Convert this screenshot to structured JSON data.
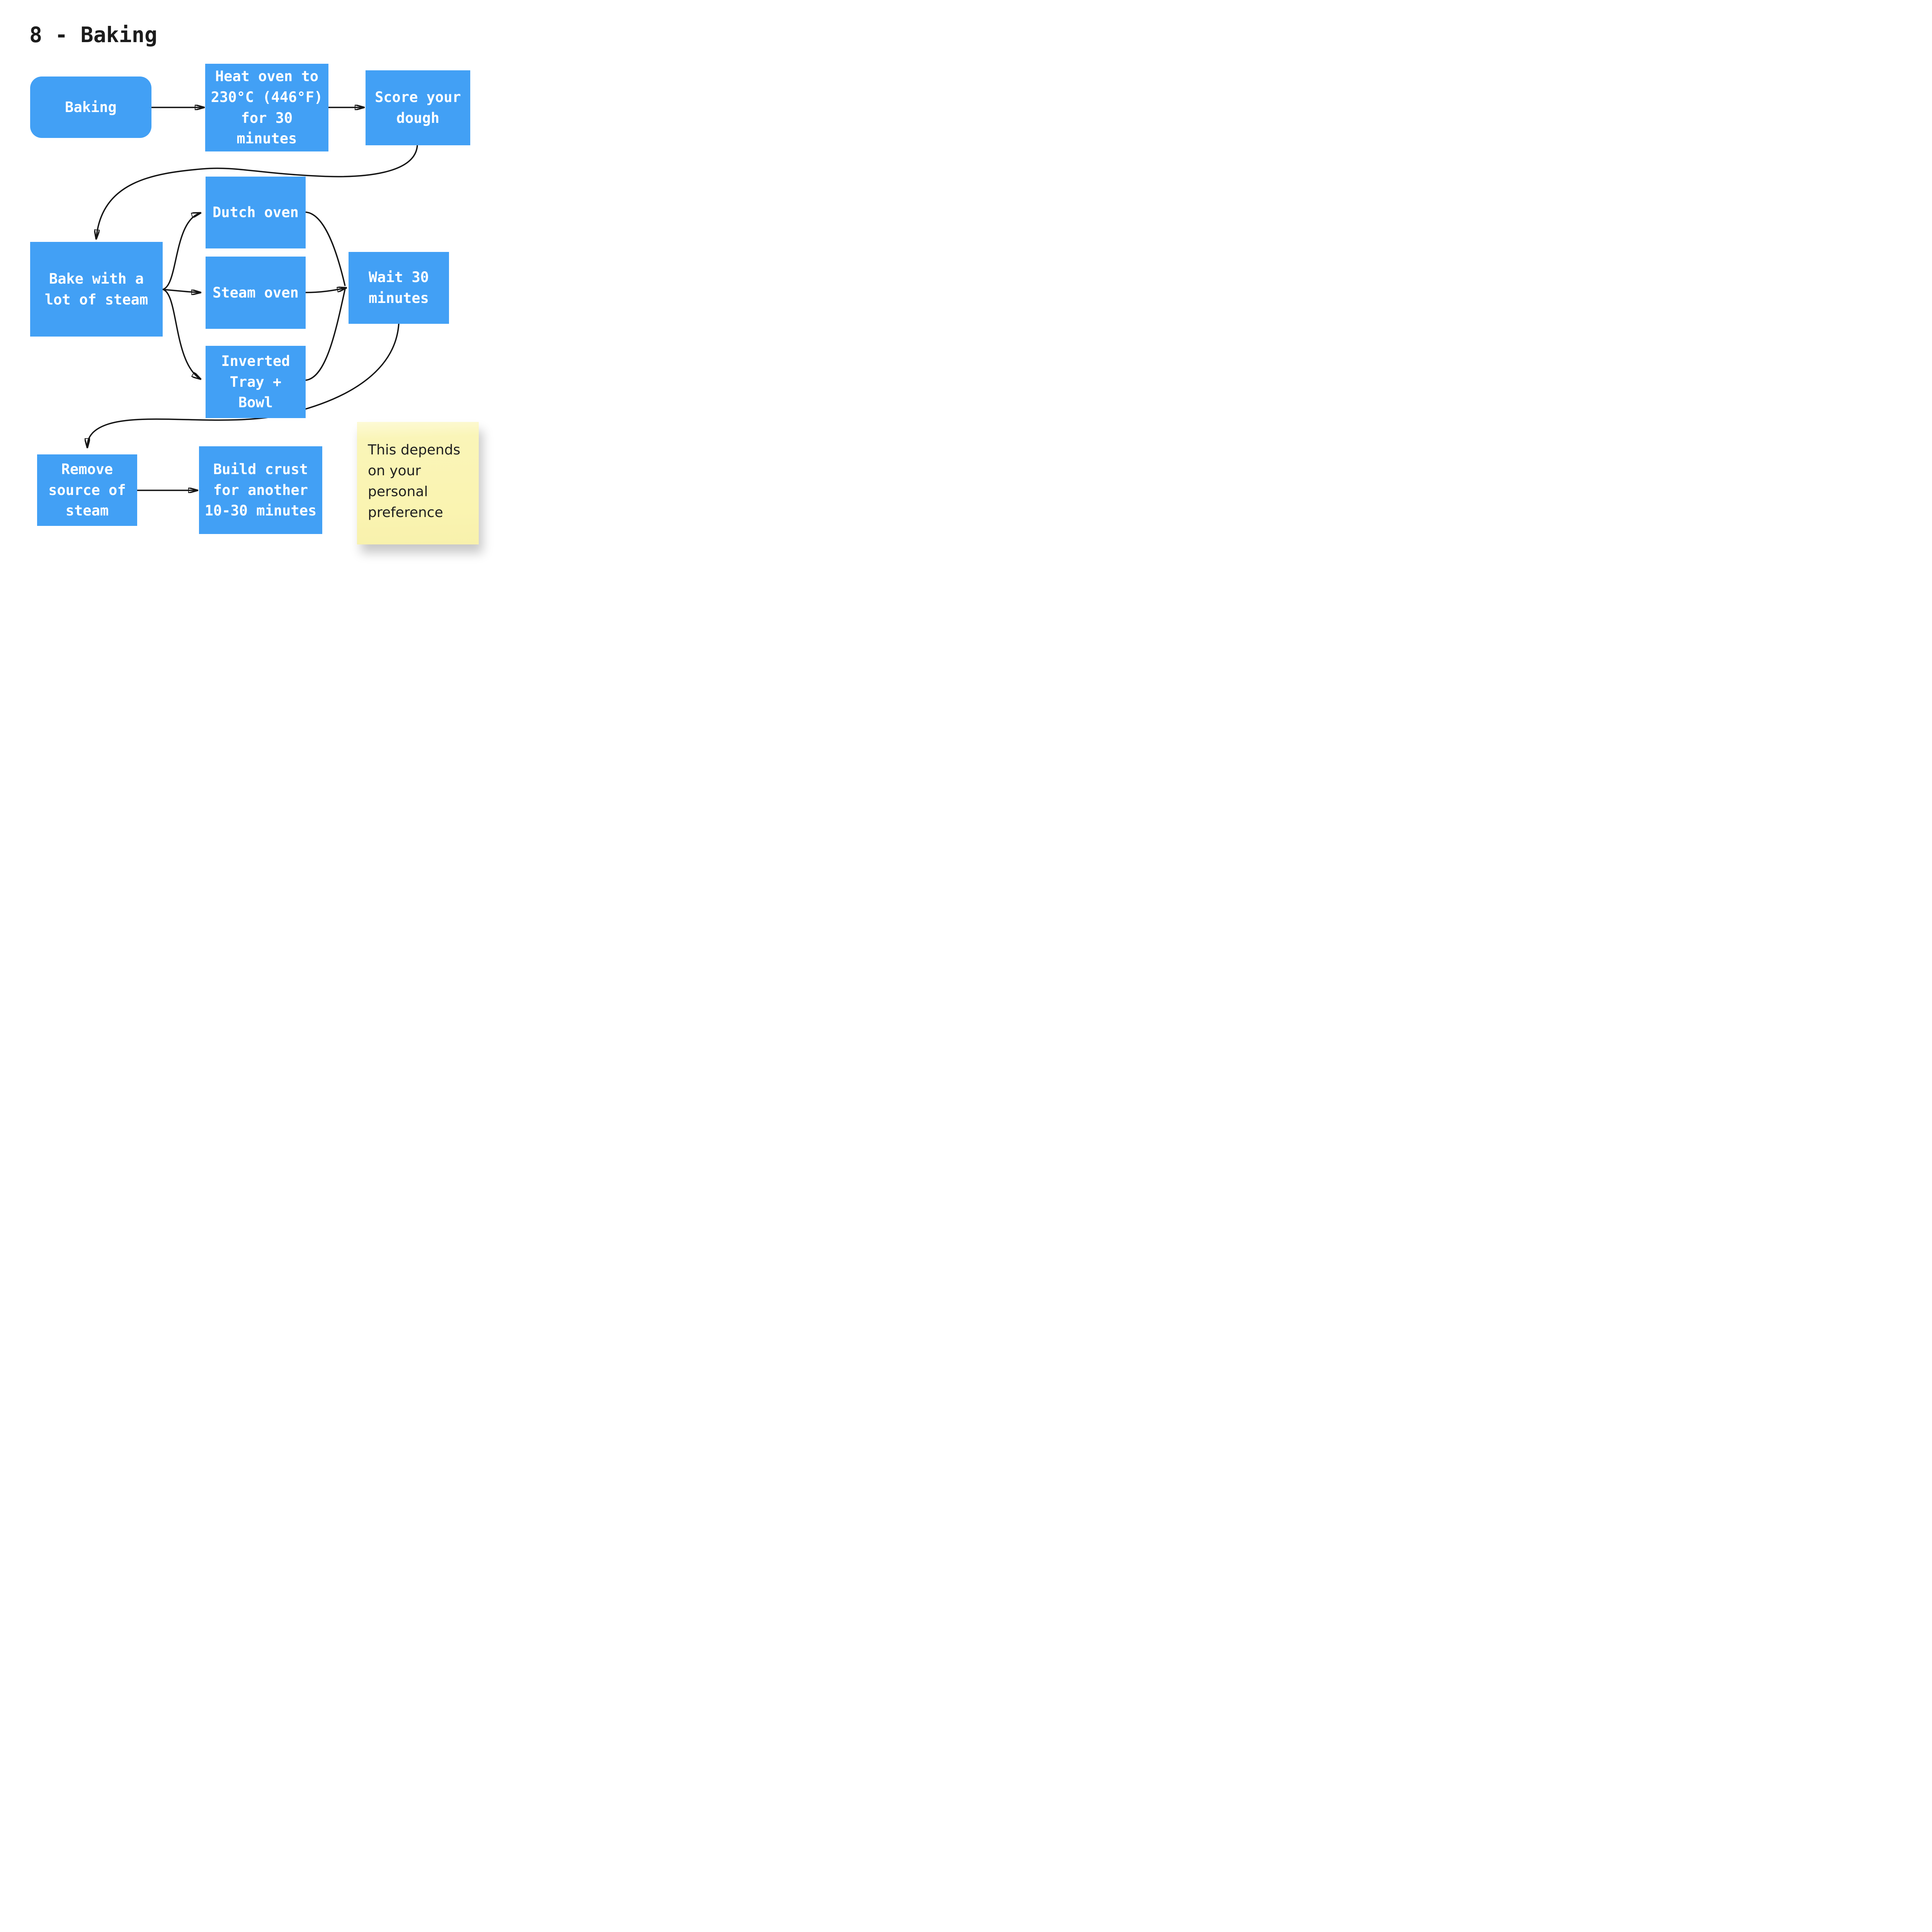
{
  "title": "8 - Baking",
  "colors": {
    "node_blue": "#42A0F5",
    "note_yellow": "#FAF4B1",
    "arrow_black": "#141414",
    "node_text": "#FFFFFF",
    "title_text": "#1C1C1C"
  },
  "nodes": {
    "baking": {
      "label": "Baking"
    },
    "heat_oven": {
      "label": "Heat oven to 230°C (446°F) for 30 minutes"
    },
    "score_dough": {
      "label": "Score your dough"
    },
    "bake_steam": {
      "label": "Bake with a lot of steam"
    },
    "dutch_oven": {
      "label": "Dutch oven"
    },
    "steam_oven": {
      "label": "Steam oven"
    },
    "inverted_tray": {
      "label": "Inverted Tray + Bowl"
    },
    "wait_30": {
      "label": "Wait 30 minutes"
    },
    "remove_steam": {
      "label": "Remove source of steam"
    },
    "build_crust": {
      "label": "Build crust for another 10-30 minutes"
    }
  },
  "note": {
    "text": "This depends on your personal preference"
  }
}
